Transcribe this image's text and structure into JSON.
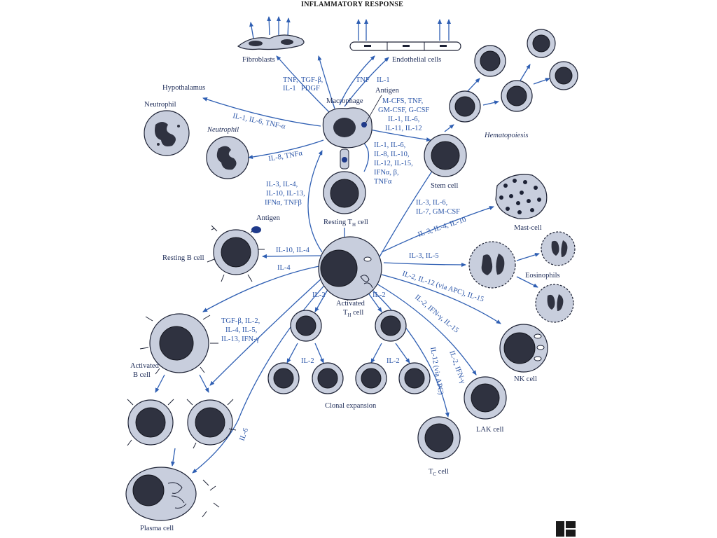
{
  "title": "INFLAMMATORY RESPONSE",
  "cells": {
    "fibroblasts": "Fibroblasts",
    "endothelial": "Endothelial cells",
    "hypothalamus": "Hypothalamus",
    "neutrophil": "Neutrophil",
    "neutrophil2": "Neutrophil",
    "macrophage": "Macrophage",
    "antigen_top": "Antigen",
    "antigen_left": "Antigen",
    "hematopoiesis": "Hematopoiesis",
    "stem_cell": "Stem cell",
    "resting_th": "Resting T",
    "resting_th_sub": "H",
    "resting_th_suffix": " cell",
    "mast_cell": "Mast-cell",
    "resting_b": "Resting B cell",
    "eosinophils": "Eosinophils",
    "activated_th_1": "Activated",
    "activated_th_2": "T",
    "activated_th_sub": "H",
    "activated_th_3": " cell",
    "activated_b_1": "Activated",
    "activated_b_2": "B cell",
    "nk_cell": "NK cell",
    "clonal": "Clonal expansion",
    "lak_cell": "LAK cell",
    "tc_cell": "T",
    "tc_sub": "C",
    "tc_suffix": " cell",
    "plasma_cell": "Plasma cell"
  },
  "cytokines": {
    "tnf_il1_a": "TNF,",
    "tnf_il1_b": "IL-1",
    "tgf_pdgf_a": "TGF-β,",
    "tgf_pdgf_b": "PDGF",
    "tnf_endo": "TNF",
    "il1_endo": "IL-1",
    "hypo": "IL-1, IL-6, TNF-α",
    "neut": "IL-8, TNFα",
    "mac_to_stem": [
      "M-CFS, TNF,",
      "GM-CSF, G-CSF",
      "IL-1, IL-6,",
      "IL-11, IL-12"
    ],
    "th_to_mac": [
      "IL-1, IL-6,",
      "IL-8, IL-10,",
      "IL-12, IL-15,",
      "IFNα, β,",
      "TNFα"
    ],
    "act_to_mac": [
      "IL-3, IL-4,",
      "IL-10, IL-13,",
      "IFNα, TNFβ"
    ],
    "act_to_stem": [
      "IL-3, IL-6,",
      "IL-7, GM-CSF"
    ],
    "mast": "IL-3, IL-4, IL-10",
    "eos": "IL-3, IL-5",
    "nk": "IL-2, IL-12 (via APC), IL-15",
    "lak": "IL-2, IFN-γ, IL-15",
    "lak2": "IL-2, IFN-γ",
    "tc": "IL-12 (via APC)",
    "resting_b": "IL-10, IL-4",
    "il4": "IL-4",
    "act_b": [
      "TGF-β, IL-2,",
      "IL-4, IL-5,",
      "IL-13, IFN-γ"
    ],
    "il2_left": "IL-2",
    "il2_right": "IL-2",
    "il2_clone_left": "IL-2",
    "il2_clone_right": "IL-2",
    "il6": "IL-6"
  },
  "colors": {
    "arrow": "#2f5fb3",
    "cell": "#c8cedd",
    "nucleus": "#2f3240"
  }
}
